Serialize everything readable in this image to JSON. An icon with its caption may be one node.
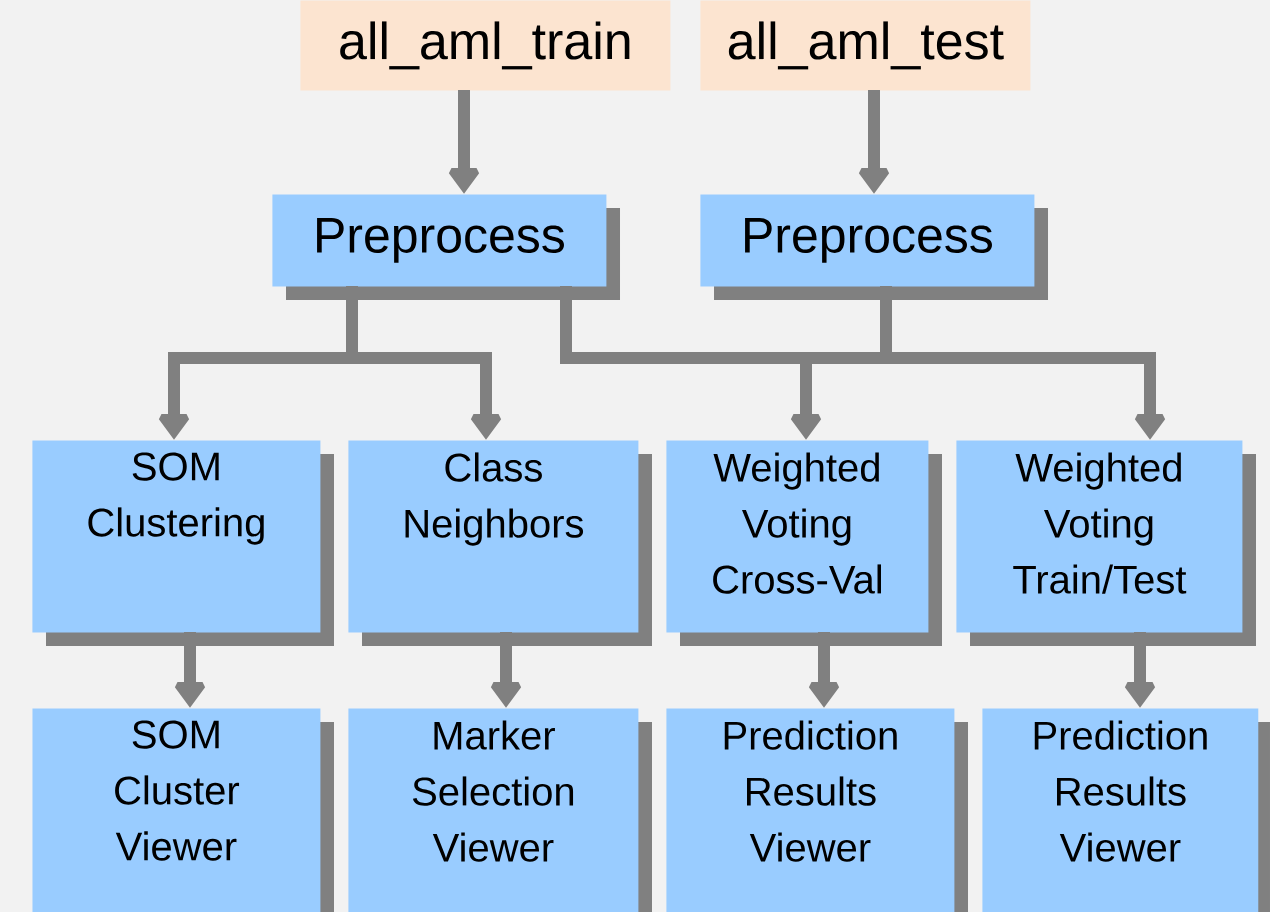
{
  "diagram": {
    "nodes": [
      {
        "text": [
          "all_aml_train"
        ]
      },
      {
        "text": [
          "all_aml_test"
        ]
      },
      {
        "text": [
          "Preprocess"
        ]
      },
      {
        "text": [
          "Preprocess"
        ]
      },
      {
        "text": [
          "SOM Clustering"
        ]
      },
      {
        "text": [
          "Class Neighbors"
        ]
      },
      {
        "text": [
          "Weighted Voting Cross-Val"
        ]
      },
      {
        "text": [
          "Weighted Voting Train/Test"
        ]
      },
      {
        "text": [
          "SOM Cluster Viewer"
        ]
      },
      {
        "text": [
          "Marker Selection Viewer"
        ]
      },
      {
        "text": [
          "Prediction Results Viewer"
        ]
      },
      {
        "text": [
          "Prediction Results Viewer"
        ]
      }
    ],
    "edges": [
      {
        "from": 0,
        "to": 2,
        "arrow": "to"
      },
      {
        "from": 1,
        "to": 3,
        "arrow": "to"
      },
      {
        "from": 2,
        "to": 4,
        "arrow": "to"
      },
      {
        "from": 2,
        "to": 5,
        "arrow": "to"
      },
      {
        "from": 2,
        "to": 6,
        "arrow": "to"
      },
      {
        "from": 2,
        "to": 7,
        "arrow": "to"
      },
      {
        "from": 3,
        "to": 6,
        "arrow": "to"
      },
      {
        "from": 3,
        "to": 7,
        "arrow": "to"
      },
      {
        "from": 4,
        "to": 8,
        "arrow": "to"
      },
      {
        "from": 5,
        "to": 9,
        "arrow": "to"
      },
      {
        "from": 6,
        "to": 10,
        "arrow": "to"
      },
      {
        "from": 7,
        "to": 11,
        "arrow": "to"
      }
    ]
  }
}
